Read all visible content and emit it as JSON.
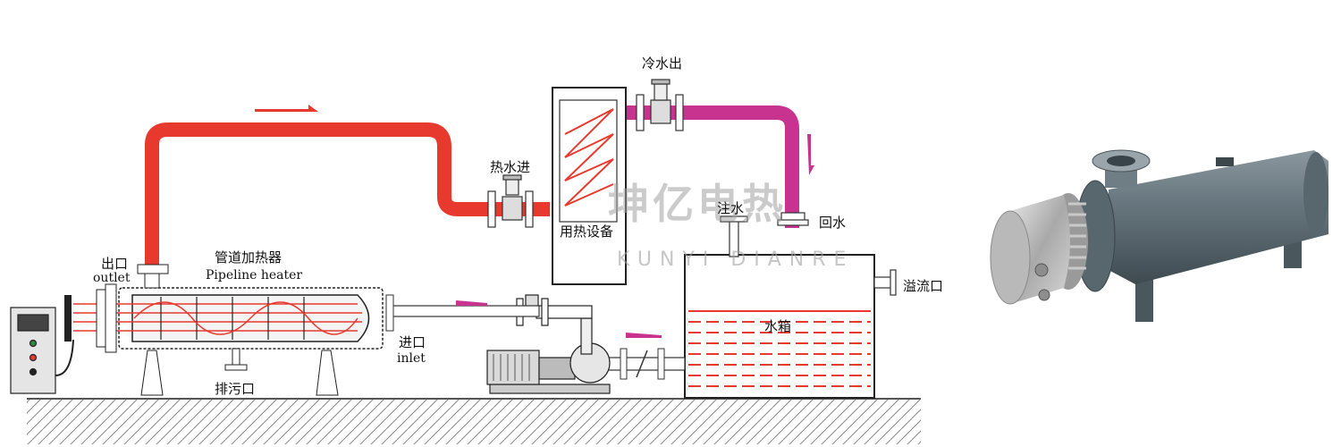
{
  "labels": {
    "cold_water_out": "冷水出",
    "hot_water_in": "热水进",
    "heat_equipment": "用热设备",
    "water_fill": "注水",
    "return_water": "回水",
    "outlet_cn": "出口",
    "outlet_en": "outlet",
    "pipeline_heater_cn": "管道加热器",
    "pipeline_heater_en": "Pipeline heater",
    "overflow": "溢流口",
    "water_tank": "水箱",
    "inlet_cn": "进口",
    "inlet_en": "inlet",
    "drain": "排污口"
  },
  "watermark": {
    "cn": "坤亿电热",
    "en": "KUNYI DIANRE"
  },
  "colors": {
    "hot_pipe": "#e8392f",
    "return_pipe": "#c8338f",
    "inlet_pipe": "#c8338f",
    "tank_water": "#e8392f",
    "steel": "#5f6e76"
  }
}
